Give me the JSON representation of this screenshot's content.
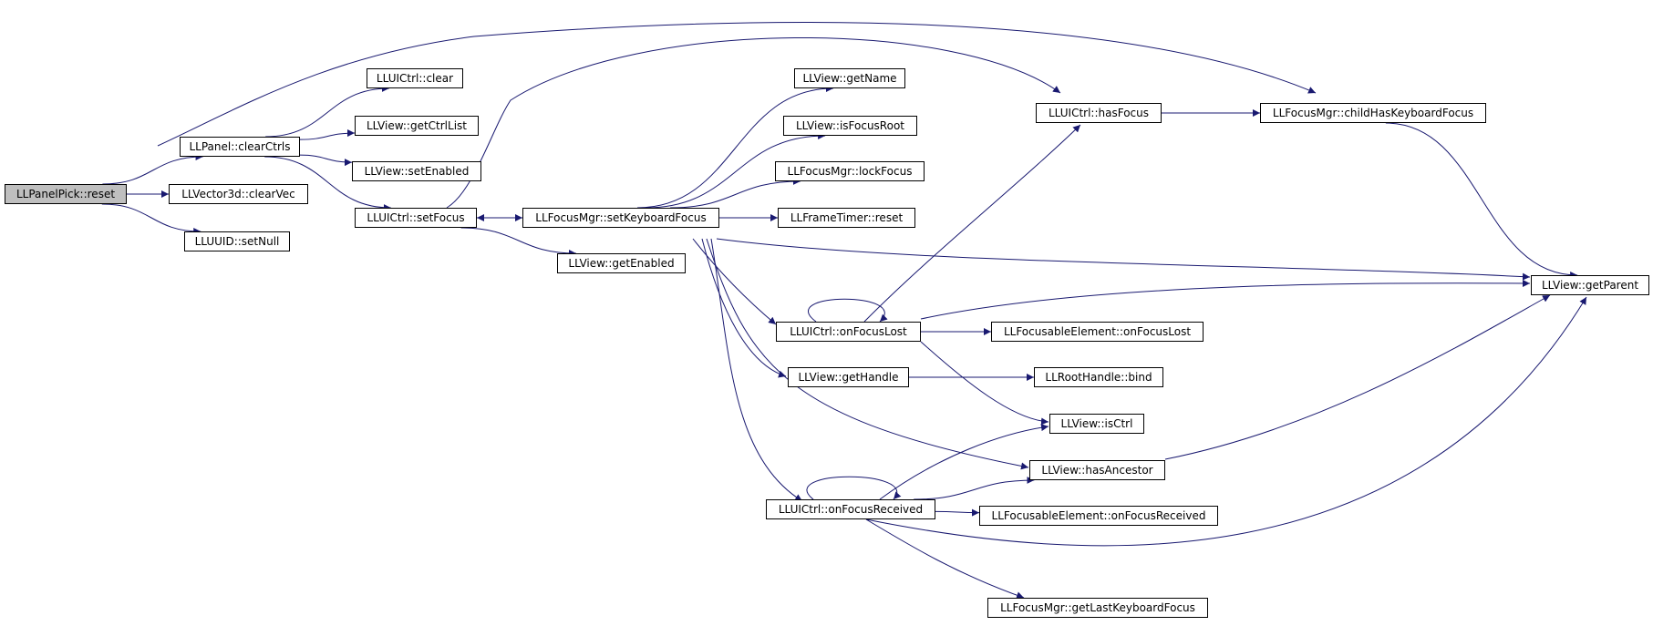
{
  "diagram": {
    "colors": {
      "edge": "#191970",
      "root_fill": "#bfbfbf",
      "node_fill": "#ffffff",
      "border": "#000000"
    },
    "nodes": [
      {
        "id": "reset",
        "label": "LLPanelPick::reset",
        "root": true
      },
      {
        "id": "clearCtrls",
        "label": "LLPanel::clearCtrls"
      },
      {
        "id": "clearVec",
        "label": "LLVector3d::clearVec"
      },
      {
        "id": "setNull",
        "label": "LLUUID::setNull"
      },
      {
        "id": "clear",
        "label": "LLUICtrl::clear"
      },
      {
        "id": "getCtrlList",
        "label": "LLView::getCtrlList"
      },
      {
        "id": "setEnabled",
        "label": "LLView::setEnabled"
      },
      {
        "id": "setFocus",
        "label": "LLUICtrl::setFocus"
      },
      {
        "id": "setKeyboardFocus",
        "label": "LLFocusMgr::setKeyboardFocus"
      },
      {
        "id": "getEnabled",
        "label": "LLView::getEnabled"
      },
      {
        "id": "getName",
        "label": "LLView::getName"
      },
      {
        "id": "isFocusRoot",
        "label": "LLView::isFocusRoot"
      },
      {
        "id": "lockFocus",
        "label": "LLFocusMgr::lockFocus"
      },
      {
        "id": "frameReset",
        "label": "LLFrameTimer::reset"
      },
      {
        "id": "hasFocus",
        "label": "LLUICtrl::hasFocus"
      },
      {
        "id": "childHasKeyboardFocus",
        "label": "LLFocusMgr::childHasKeyboardFocus"
      },
      {
        "id": "getParent",
        "label": "LLView::getParent"
      },
      {
        "id": "onFocusLost",
        "label": "LLUICtrl::onFocusLost"
      },
      {
        "id": "feOnFocusLost",
        "label": "LLFocusableElement::onFocusLost"
      },
      {
        "id": "getHandle",
        "label": "LLView::getHandle"
      },
      {
        "id": "bind",
        "label": "LLRootHandle::bind"
      },
      {
        "id": "isCtrl",
        "label": "LLView::isCtrl"
      },
      {
        "id": "hasAncestor",
        "label": "LLView::hasAncestor"
      },
      {
        "id": "onFocusReceived",
        "label": "LLUICtrl::onFocusReceived"
      },
      {
        "id": "feOnFocusReceived",
        "label": "LLFocusableElement::onFocusReceived"
      },
      {
        "id": "getLastKeyboardFocus",
        "label": "LLFocusMgr::getLastKeyboardFocus"
      }
    ],
    "edges": [
      [
        "reset",
        "clearCtrls"
      ],
      [
        "reset",
        "clearVec"
      ],
      [
        "reset",
        "setNull"
      ],
      [
        "clearCtrls",
        "clear"
      ],
      [
        "clearCtrls",
        "getCtrlList"
      ],
      [
        "clearCtrls",
        "setEnabled"
      ],
      [
        "clearCtrls",
        "setFocus"
      ],
      [
        "setFocus",
        "setKeyboardFocus"
      ],
      [
        "setFocus",
        "getEnabled"
      ],
      [
        "setFocus",
        "hasFocus"
      ],
      [
        "setKeyboardFocus",
        "setFocus"
      ],
      [
        "setKeyboardFocus",
        "getName"
      ],
      [
        "setKeyboardFocus",
        "isFocusRoot"
      ],
      [
        "setKeyboardFocus",
        "lockFocus"
      ],
      [
        "setKeyboardFocus",
        "frameReset"
      ],
      [
        "setKeyboardFocus",
        "childHasKeyboardFocus"
      ],
      [
        "setKeyboardFocus",
        "getParent"
      ],
      [
        "setKeyboardFocus",
        "onFocusLost"
      ],
      [
        "setKeyboardFocus",
        "getHandle"
      ],
      [
        "setKeyboardFocus",
        "hasAncestor"
      ],
      [
        "setKeyboardFocus",
        "onFocusReceived"
      ],
      [
        "hasFocus",
        "childHasKeyboardFocus"
      ],
      [
        "childHasKeyboardFocus",
        "getParent"
      ],
      [
        "onFocusLost",
        "onFocusLost"
      ],
      [
        "onFocusLost",
        "hasFocus"
      ],
      [
        "onFocusLost",
        "getParent"
      ],
      [
        "onFocusLost",
        "feOnFocusLost"
      ],
      [
        "onFocusLost",
        "isCtrl"
      ],
      [
        "getHandle",
        "bind"
      ],
      [
        "hasAncestor",
        "getParent"
      ],
      [
        "onFocusReceived",
        "onFocusReceived"
      ],
      [
        "onFocusReceived",
        "isCtrl"
      ],
      [
        "onFocusReceived",
        "hasAncestor"
      ],
      [
        "onFocusReceived",
        "feOnFocusReceived"
      ],
      [
        "onFocusReceived",
        "getParent"
      ],
      [
        "onFocusReceived",
        "getLastKeyboardFocus"
      ]
    ]
  }
}
